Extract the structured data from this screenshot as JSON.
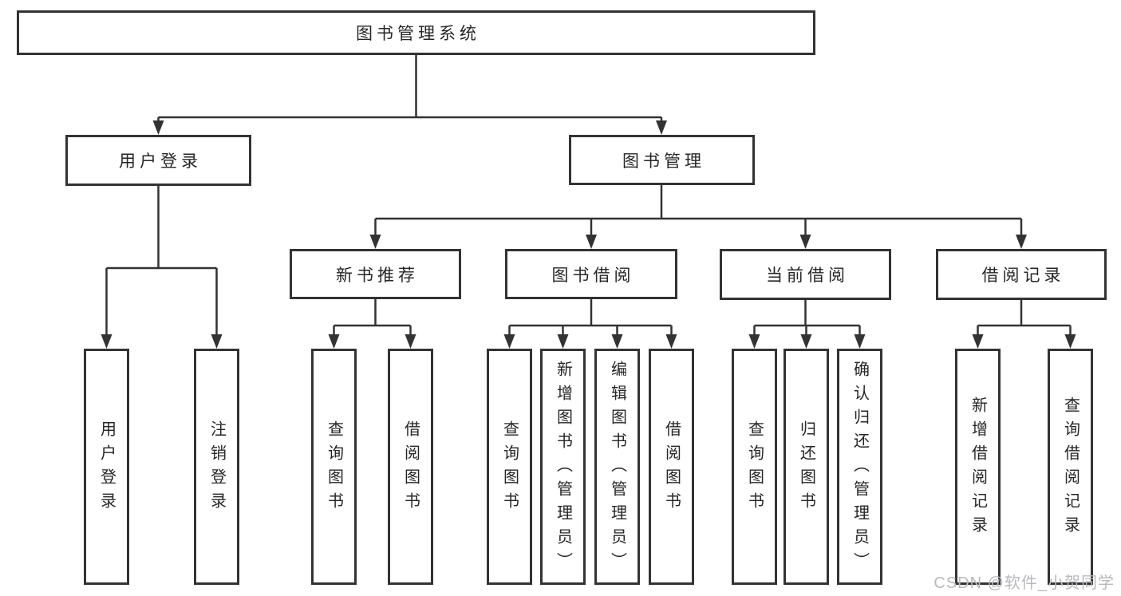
{
  "diagram": {
    "root": {
      "label": "图书管理系统"
    },
    "level2": [
      {
        "label": "用户登录"
      },
      {
        "label": "图书管理"
      }
    ],
    "level3": [
      {
        "label": "新书推荐"
      },
      {
        "label": "图书借阅"
      },
      {
        "label": "当前借阅"
      },
      {
        "label": "借阅记录"
      }
    ],
    "leaves": [
      {
        "label": "用户登录"
      },
      {
        "label": "注销登录"
      },
      {
        "label": "查询图书"
      },
      {
        "label": "借阅图书"
      },
      {
        "label": "查询图书"
      },
      {
        "label": "新增图书（管理员）"
      },
      {
        "label": "编辑图书（管理员）"
      },
      {
        "label": "借阅图书"
      },
      {
        "label": "查询图书"
      },
      {
        "label": "归还图书"
      },
      {
        "label": "确认归还（管理员）"
      },
      {
        "label": "新增借阅记录"
      },
      {
        "label": "查询借阅记录"
      }
    ]
  },
  "watermark": {
    "text": "CSDN @软件_小贺同学"
  },
  "colors": {
    "line": "#333333",
    "node_border": "#333333",
    "text": "#262626",
    "watermark": "#b9b9be",
    "background": "#ffffff"
  }
}
